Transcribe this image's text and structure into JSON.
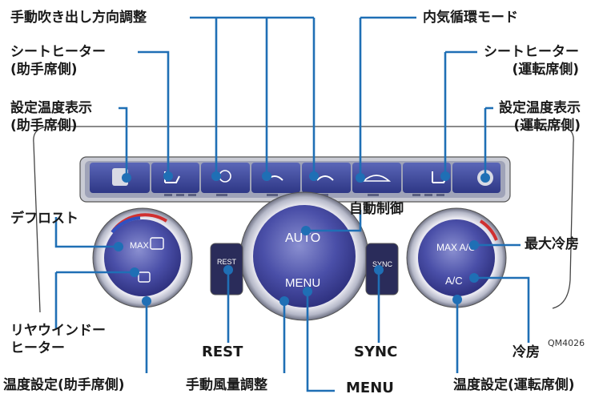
{
  "labels": {
    "manual_direction": "手動吹き出し方向調整",
    "recirculation": "内気循環モード",
    "seat_heater_passenger": "シートヒーター\n(助手席側)",
    "seat_heater_driver": "シートヒーター\n(運転席側)",
    "temp_display_passenger": "設定温度表示\n(助手席側)",
    "temp_display_driver": "設定温度表示\n(運転席側)",
    "defrost": "デフロスト",
    "auto_control": "自動制御",
    "max_cool": "最大冷房",
    "rear_window_heater": "リヤウインドー\nヒーター",
    "rest": "REST",
    "sync": "SYNC",
    "cool": "冷房",
    "temp_setting_passenger": "温度設定(助手席側)",
    "manual_fan": "手動風量調整",
    "menu": "MENU",
    "temp_setting_driver": "温度設定(運転席側)"
  },
  "panel": {
    "knob_left_top": "MAX",
    "knob_center_top": "AUTO",
    "knob_center_bottom": "MENU",
    "knob_right_top": "MAX A/C",
    "knob_right_bottom": "A/C",
    "rest_button": "REST",
    "sync_button": "SYNC"
  },
  "figure_code": "QM4026",
  "colors": {
    "leader_line": "#1f6fb5",
    "panel_button": "#3d4a9c",
    "knob": "#3b3f9a",
    "label_text": "#1a1a1a"
  }
}
